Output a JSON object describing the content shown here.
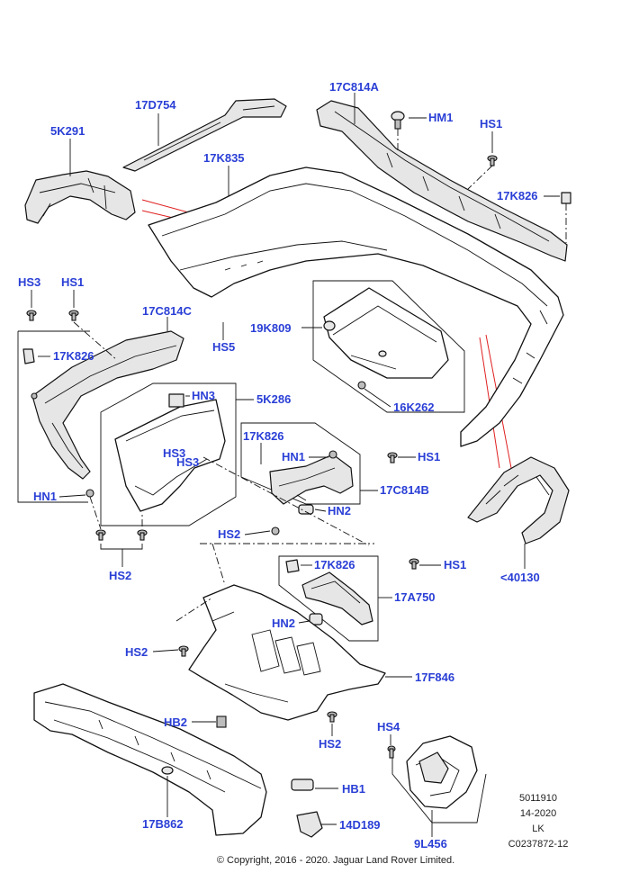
{
  "callouts": {
    "p17D754": "17D754",
    "p17C814A": "17C814A",
    "pHM1": "HM1",
    "p5K291": "5K291",
    "pHS1_top": "HS1",
    "p17K835": "17K835",
    "p17K826_top": "17K826",
    "pHS3_left": "HS3",
    "pHS1_left": "HS1",
    "p17C814C": "17C814C",
    "pHS5": "HS5",
    "p19K809": "19K809",
    "p17K826_left": "17K826",
    "pHN3": "HN3",
    "p5K286": "5K286",
    "p16K262": "16K262",
    "pHS3_a": "HS3",
    "pHS3_b": "HS3",
    "p17K826_mid": "17K826",
    "pHN1_mid": "HN1",
    "pHS1_mid": "HS1",
    "pHN1_left": "HN1",
    "p17C814B": "17C814B",
    "pHN2_mid": "HN2",
    "pHS2_mid": "HS2",
    "pHS2_left": "HS2",
    "p40130": "<40130",
    "p17K826_low": "17K826",
    "pHS1_low": "HS1",
    "p17A750": "17A750",
    "pHN2_low": "HN2",
    "pHS2_low": "HS2",
    "p17F846": "17F846",
    "pHB2": "HB2",
    "pHS2_bottom": "HS2",
    "pHS4": "HS4",
    "pHB1": "HB1",
    "p17B862": "17B862",
    "p14D189": "14D189",
    "p9L456": "9L456"
  },
  "meta": {
    "ref_number": "5011910",
    "date": "14-2020",
    "initials": "LK",
    "drawing_code": "C0237872-12"
  },
  "copyright": "© Copyright, 2016 - 2020. Jaguar Land Rover Limited.",
  "colors": {
    "callout": "#2a3fd6",
    "reference_line": "#e02020"
  }
}
